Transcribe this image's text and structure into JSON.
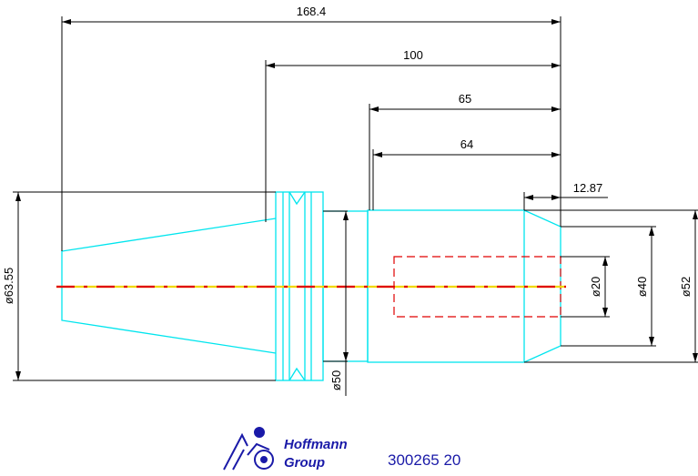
{
  "dimensions": {
    "total_length": "168.4",
    "length_100": "100",
    "length_65": "65",
    "length_64": "64",
    "length_12_87": "12.87",
    "dia_63_55": "ø63.55",
    "dia_50": "ø50",
    "dia_20": "ø20",
    "dia_40": "ø40",
    "dia_52": "ø52"
  },
  "logo": {
    "line1": "Hoffmann",
    "line2": "Group"
  },
  "part_number": "300265 20",
  "colors": {
    "outline": "#00e5ee",
    "dimension": "#000000",
    "centerline_red": "#e00000",
    "centerline_yellow": "#f0d800",
    "hidden": "#e00000",
    "brand": "#1a1aa8"
  }
}
